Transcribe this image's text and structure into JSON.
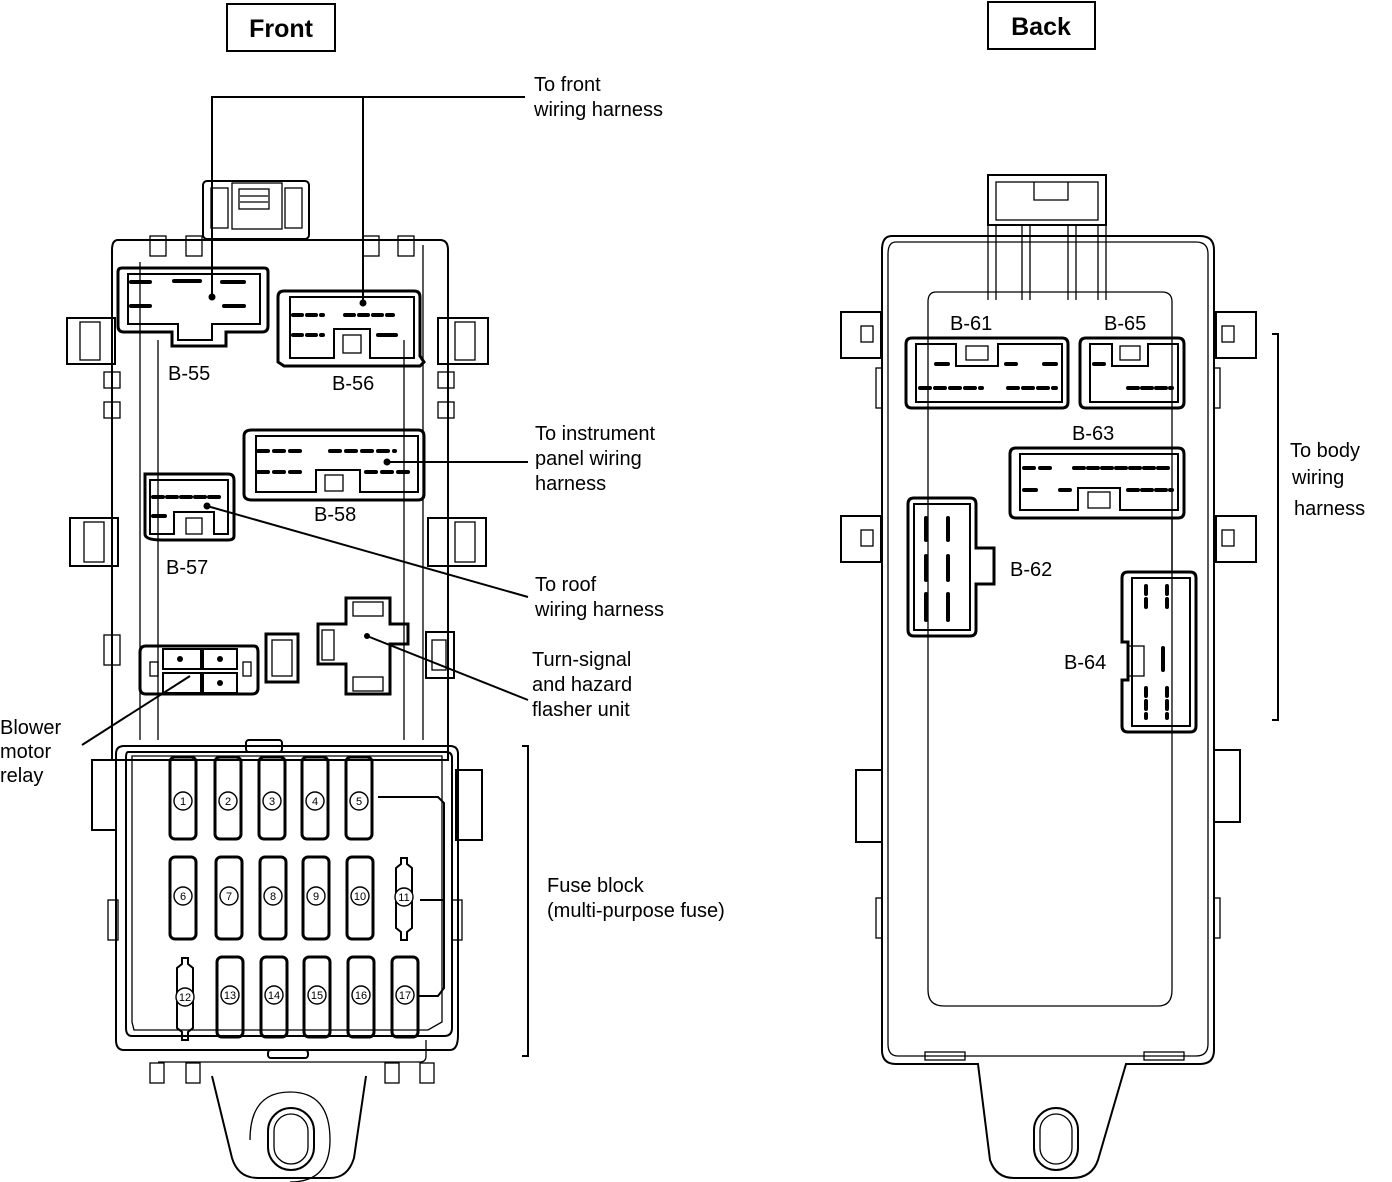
{
  "views": {
    "front": {
      "title": "Front",
      "connectors": [
        "B-55",
        "B-56",
        "B-57",
        "B-58"
      ],
      "callouts": {
        "front_harness": [
          "To front",
          "wiring harness"
        ],
        "instrument_harness": [
          "To instrument",
          "panel wiring",
          "harness"
        ],
        "roof_harness": [
          "To roof",
          "wiring harness"
        ],
        "flasher": [
          "Turn-signal",
          "and hazard",
          "flasher unit"
        ],
        "blower": [
          "Blower",
          "motor",
          "relay"
        ],
        "fuse_block": [
          "Fuse block",
          "(multi-purpose fuse)"
        ]
      },
      "fuses": [
        "1",
        "2",
        "3",
        "4",
        "5",
        "6",
        "7",
        "8",
        "9",
        "10",
        "11",
        "12",
        "13",
        "14",
        "15",
        "16",
        "17"
      ]
    },
    "back": {
      "title": "Back",
      "connectors": [
        "B-61",
        "B-65",
        "B-63",
        "B-62",
        "B-64"
      ],
      "callouts": {
        "body_harness": [
          "To body",
          "wiring",
          "harness"
        ]
      }
    }
  }
}
